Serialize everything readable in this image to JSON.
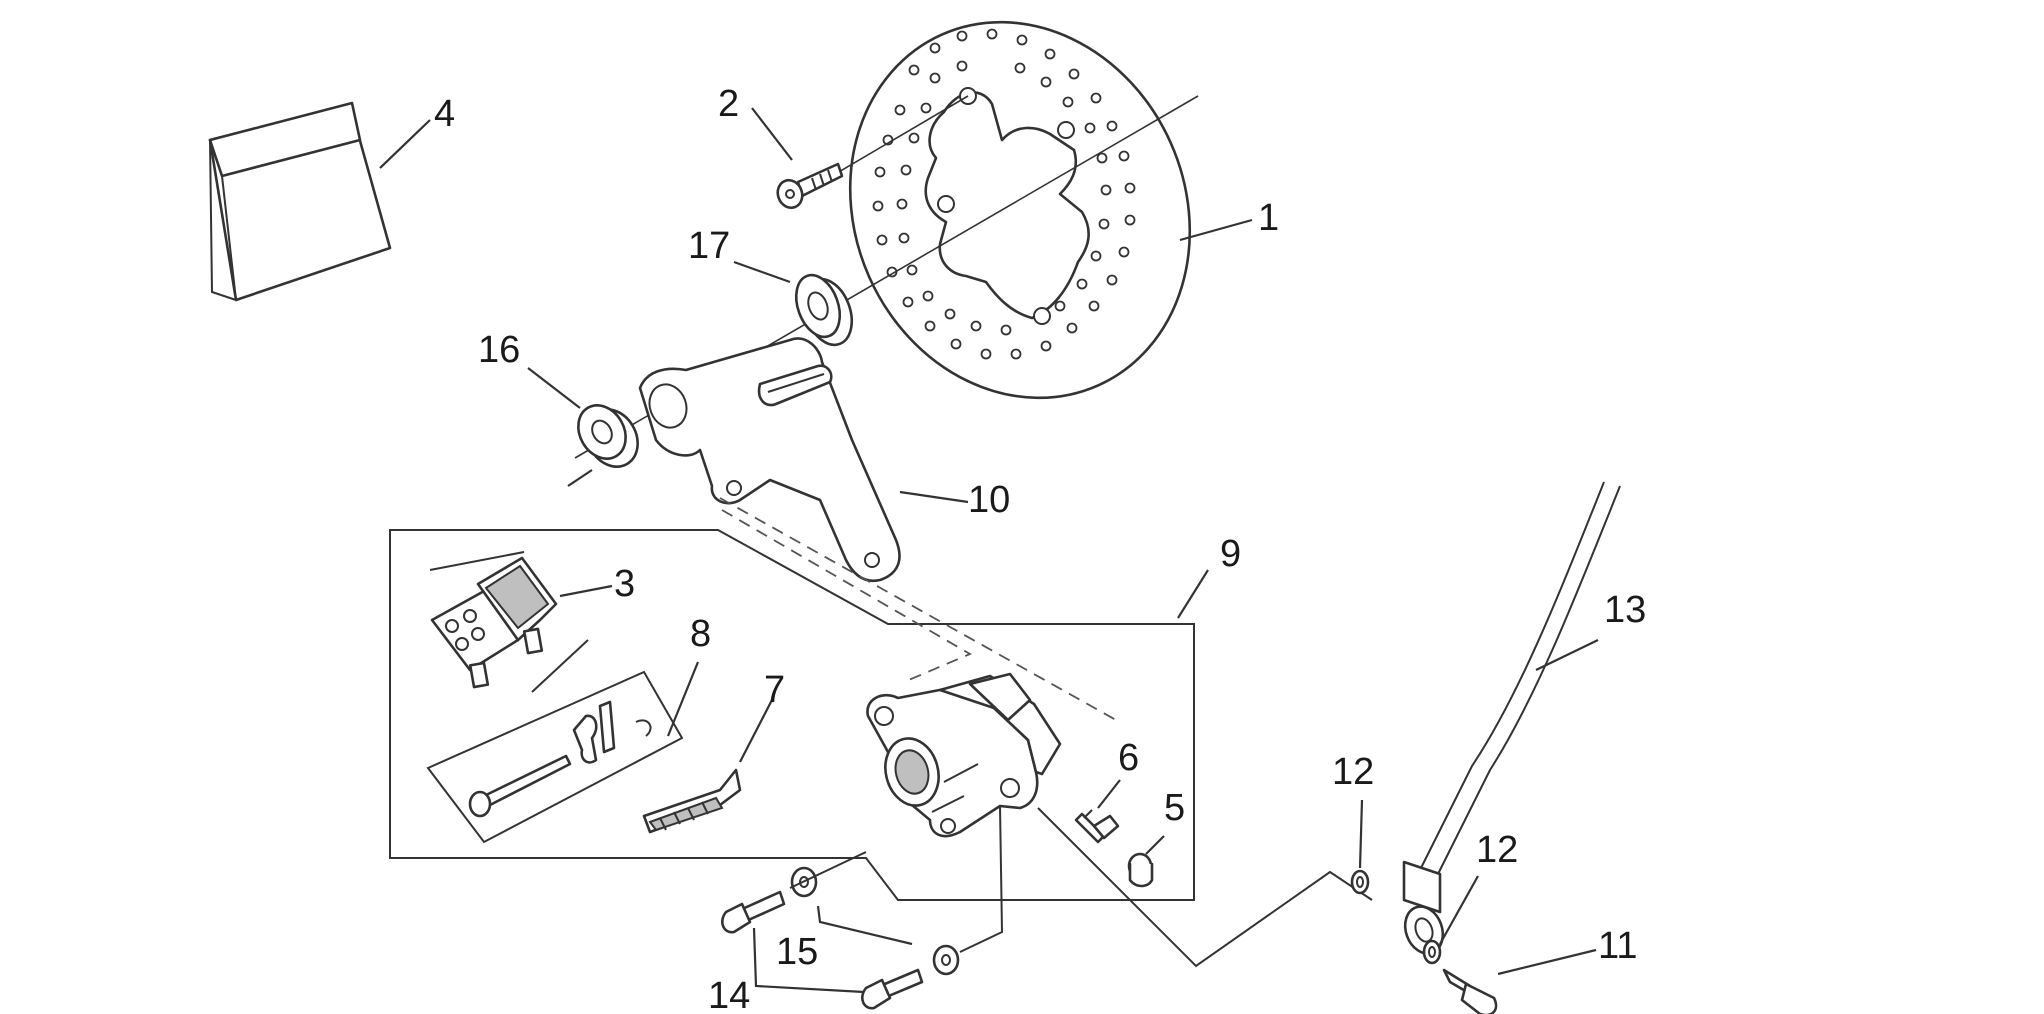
{
  "callouts": [
    "1",
    "2",
    "3",
    "4",
    "5",
    "6",
    "7",
    "8",
    "9",
    "10",
    "11",
    "12",
    "12",
    "13",
    "14",
    "15",
    "16",
    "17"
  ]
}
